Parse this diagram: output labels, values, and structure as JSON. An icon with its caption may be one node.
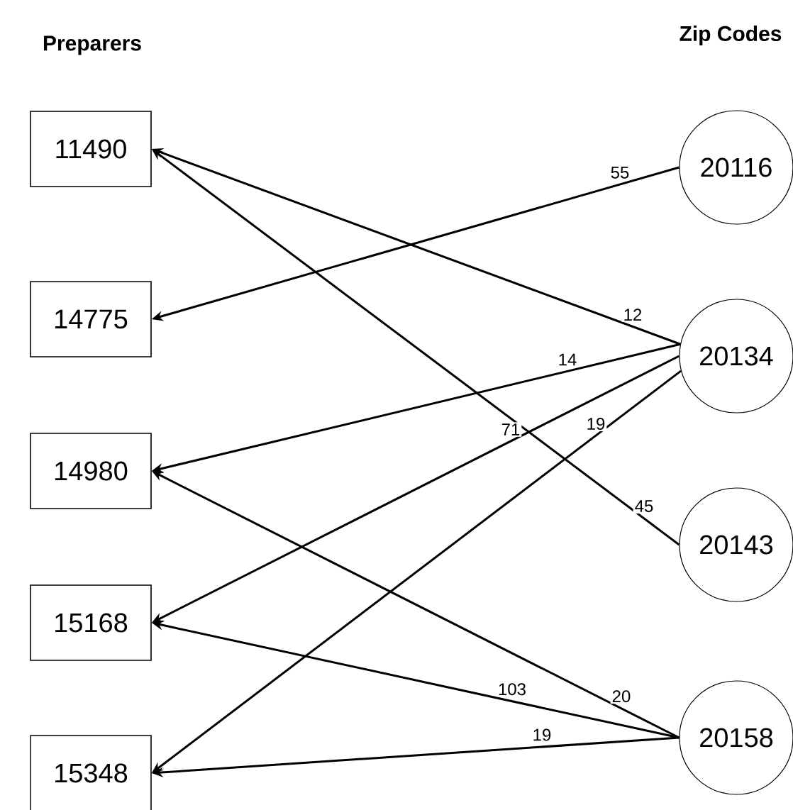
{
  "diagram": {
    "nodes": [
      {
        "text": [
          "11490"
        ]
      },
      {
        "text": [
          "14775"
        ]
      },
      {
        "text": [
          "14980"
        ]
      },
      {
        "text": [
          "15168"
        ]
      },
      {
        "text": [
          "15348"
        ]
      },
      {
        "text": [
          "20116"
        ]
      },
      {
        "text": [
          "20134"
        ]
      },
      {
        "text": [
          "20143"
        ]
      },
      {
        "text": [
          "20158"
        ]
      }
    ],
    "edges": [
      {
        "from": 5,
        "to": 1,
        "arrow": "to",
        "label": "55"
      },
      {
        "from": 6,
        "to": 0,
        "arrow": "to",
        "label": "12"
      },
      {
        "from": 6,
        "to": 2,
        "arrow": "to",
        "label": "14"
      },
      {
        "from": 6,
        "to": 3,
        "arrow": "to",
        "label": "71"
      },
      {
        "from": 6,
        "to": 4,
        "arrow": "to",
        "label": "19"
      },
      {
        "from": 7,
        "to": 0,
        "arrow": "to",
        "label": "45"
      },
      {
        "from": 8,
        "to": 2,
        "arrow": "to",
        "label": "20"
      },
      {
        "from": 8,
        "to": 3,
        "arrow": "to",
        "label": "103"
      },
      {
        "from": 8,
        "to": 4,
        "arrow": "to",
        "label": "19"
      }
    ],
    "labels": [
      "Preparers",
      "Zip Codes"
    ]
  }
}
